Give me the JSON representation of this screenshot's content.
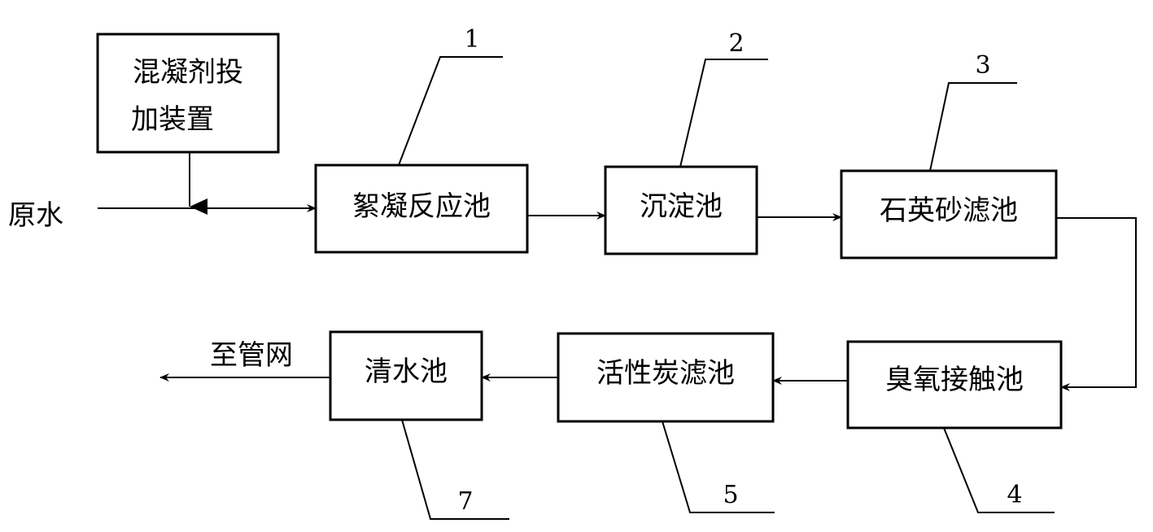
{
  "dosing": {
    "line1": "混凝剂投",
    "line2": "加装置"
  },
  "inputs": {
    "raw_water": "原水",
    "to_network": "至管网"
  },
  "units": [
    {
      "id": "u1",
      "label": "絮凝反应池",
      "number": "1"
    },
    {
      "id": "u2",
      "label": "沉淀池",
      "number": "2"
    },
    {
      "id": "u3",
      "label": "石英砂滤池",
      "number": "3"
    },
    {
      "id": "u4",
      "label": "臭氧接触池",
      "number": "4"
    },
    {
      "id": "u5",
      "label": "活性炭滤池",
      "number": "5"
    },
    {
      "id": "u7",
      "label": "清水池",
      "number": "7"
    }
  ]
}
